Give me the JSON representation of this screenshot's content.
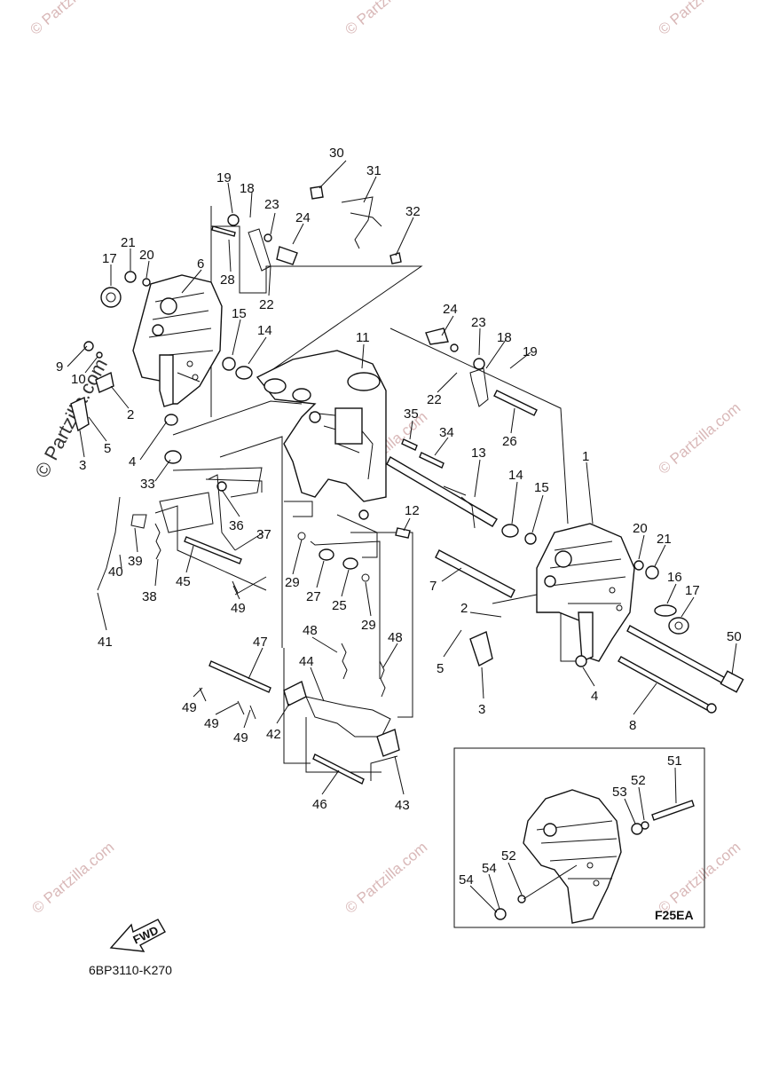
{
  "diagram": {
    "code": "6BP3110-K270",
    "inset_code": "F25EA",
    "fwd_label": "FWD",
    "watermark": "© Partzilla.com",
    "part_labels": [
      {
        "id": "l30",
        "text": "30"
      },
      {
        "id": "l31",
        "text": "31"
      },
      {
        "id": "l32",
        "text": "32"
      },
      {
        "id": "l19a",
        "text": "19"
      },
      {
        "id": "l18a",
        "text": "18"
      },
      {
        "id": "l23a",
        "text": "23"
      },
      {
        "id": "l24a",
        "text": "24"
      },
      {
        "id": "l21a",
        "text": "21"
      },
      {
        "id": "l20a",
        "text": "20"
      },
      {
        "id": "l17a",
        "text": "17"
      },
      {
        "id": "l6",
        "text": "6"
      },
      {
        "id": "l28",
        "text": "28"
      },
      {
        "id": "l22a",
        "text": "22"
      },
      {
        "id": "l15a",
        "text": "15"
      },
      {
        "id": "l14a",
        "text": "14"
      },
      {
        "id": "l11",
        "text": "11"
      },
      {
        "id": "l9",
        "text": "9"
      },
      {
        "id": "l10",
        "text": "10"
      },
      {
        "id": "l2a",
        "text": "2"
      },
      {
        "id": "l5a",
        "text": "5"
      },
      {
        "id": "l3a",
        "text": "3"
      },
      {
        "id": "l4a",
        "text": "4"
      },
      {
        "id": "l33",
        "text": "33"
      },
      {
        "id": "l36",
        "text": "36"
      },
      {
        "id": "l37",
        "text": "37"
      },
      {
        "id": "l39",
        "text": "39"
      },
      {
        "id": "l40",
        "text": "40"
      },
      {
        "id": "l38",
        "text": "38"
      },
      {
        "id": "l45",
        "text": "45"
      },
      {
        "id": "l49a",
        "text": "49"
      },
      {
        "id": "l41",
        "text": "41"
      },
      {
        "id": "l29a",
        "text": "29"
      },
      {
        "id": "l27",
        "text": "27"
      },
      {
        "id": "l25",
        "text": "25"
      },
      {
        "id": "l29b",
        "text": "29"
      },
      {
        "id": "l24b",
        "text": "24"
      },
      {
        "id": "l23b",
        "text": "23"
      },
      {
        "id": "l18b",
        "text": "18"
      },
      {
        "id": "l19b",
        "text": "19"
      },
      {
        "id": "l22b",
        "text": "22"
      },
      {
        "id": "l26",
        "text": "26"
      },
      {
        "id": "l35",
        "text": "35"
      },
      {
        "id": "l34",
        "text": "34"
      },
      {
        "id": "l13",
        "text": "13"
      },
      {
        "id": "l1",
        "text": "1"
      },
      {
        "id": "l14b",
        "text": "14"
      },
      {
        "id": "l15b",
        "text": "15"
      },
      {
        "id": "l12",
        "text": "12"
      },
      {
        "id": "l20b",
        "text": "20"
      },
      {
        "id": "l21b",
        "text": "21"
      },
      {
        "id": "l16",
        "text": "16"
      },
      {
        "id": "l17b",
        "text": "17"
      },
      {
        "id": "l7",
        "text": "7"
      },
      {
        "id": "l2b",
        "text": "2"
      },
      {
        "id": "l5b",
        "text": "5"
      },
      {
        "id": "l3b",
        "text": "3"
      },
      {
        "id": "l4b",
        "text": "4"
      },
      {
        "id": "l50",
        "text": "50"
      },
      {
        "id": "l8",
        "text": "8"
      },
      {
        "id": "l47",
        "text": "47"
      },
      {
        "id": "l48a",
        "text": "48"
      },
      {
        "id": "l44",
        "text": "44"
      },
      {
        "id": "l48b",
        "text": "48"
      },
      {
        "id": "l49b",
        "text": "49"
      },
      {
        "id": "l49c",
        "text": "49"
      },
      {
        "id": "l49d",
        "text": "49"
      },
      {
        "id": "l42",
        "text": "42"
      },
      {
        "id": "l46",
        "text": "46"
      },
      {
        "id": "l43",
        "text": "43"
      },
      {
        "id": "l51",
        "text": "51"
      },
      {
        "id": "l53",
        "text": "53"
      },
      {
        "id": "l52a",
        "text": "52"
      },
      {
        "id": "l54a",
        "text": "54"
      },
      {
        "id": "l52b",
        "text": "52"
      },
      {
        "id": "l54b",
        "text": "54"
      }
    ]
  }
}
